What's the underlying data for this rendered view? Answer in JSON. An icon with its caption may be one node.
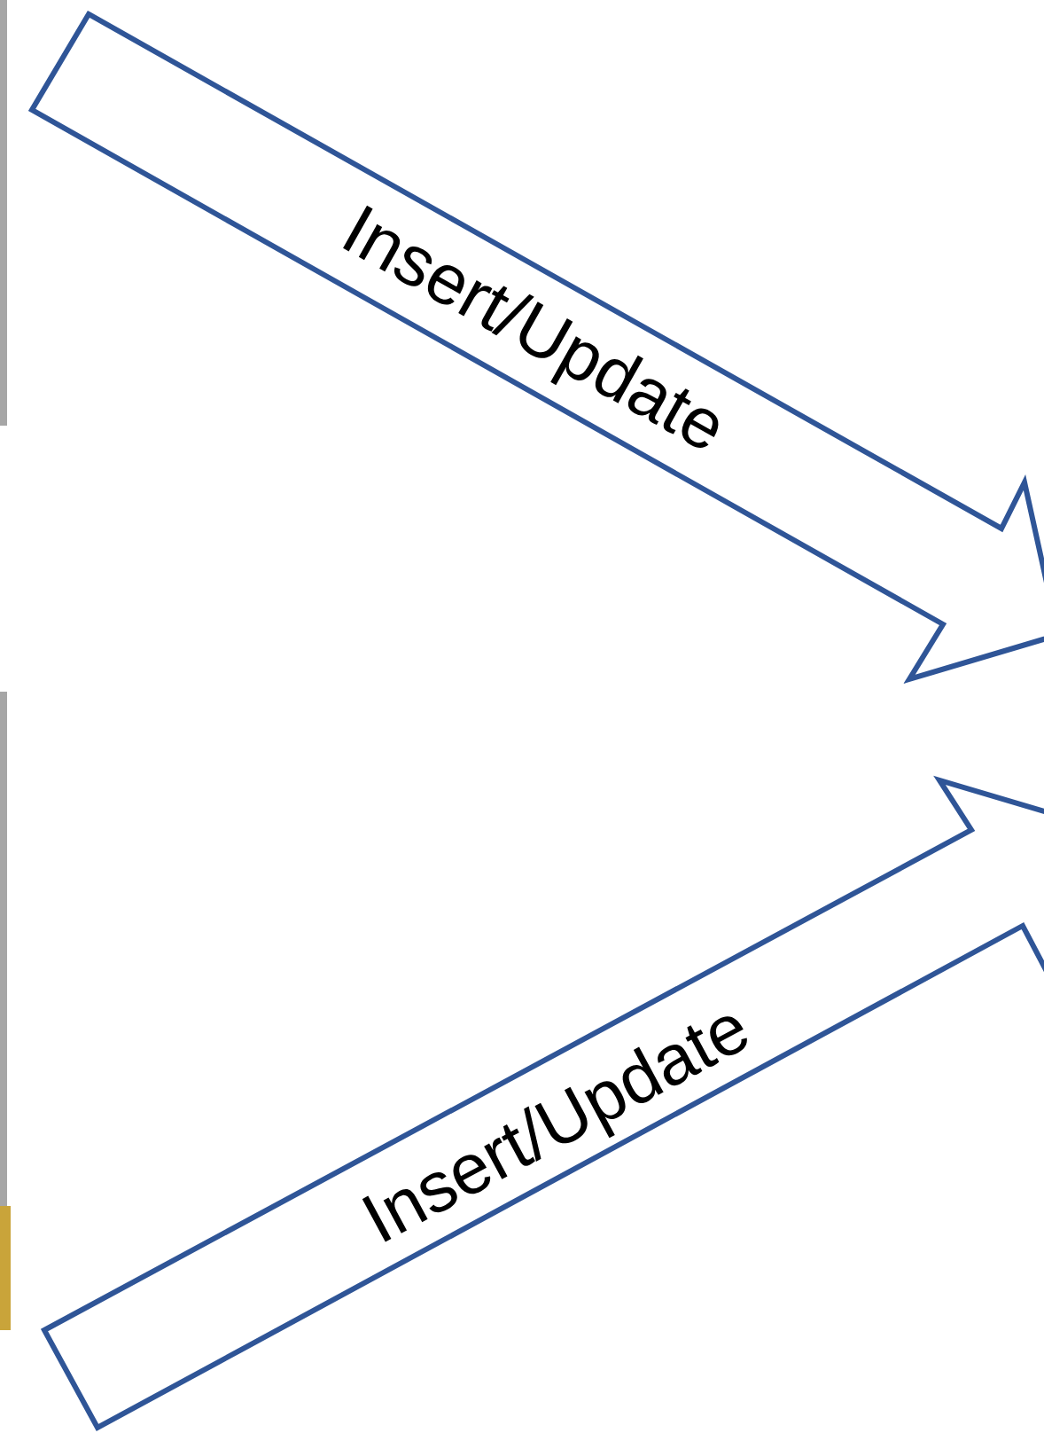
{
  "diagram": {
    "nodes": [
      {
        "text": [],
        "shape": "box"
      },
      {
        "text": [],
        "shape": "box"
      },
      {
        "text": [],
        "shape": "box"
      }
    ],
    "edges": [
      {
        "from": 0,
        "to": null,
        "arrow": "to",
        "label": "Insert/Update"
      },
      {
        "from": 2,
        "to": null,
        "arrow": "to",
        "label": "Insert/Update"
      }
    ]
  }
}
